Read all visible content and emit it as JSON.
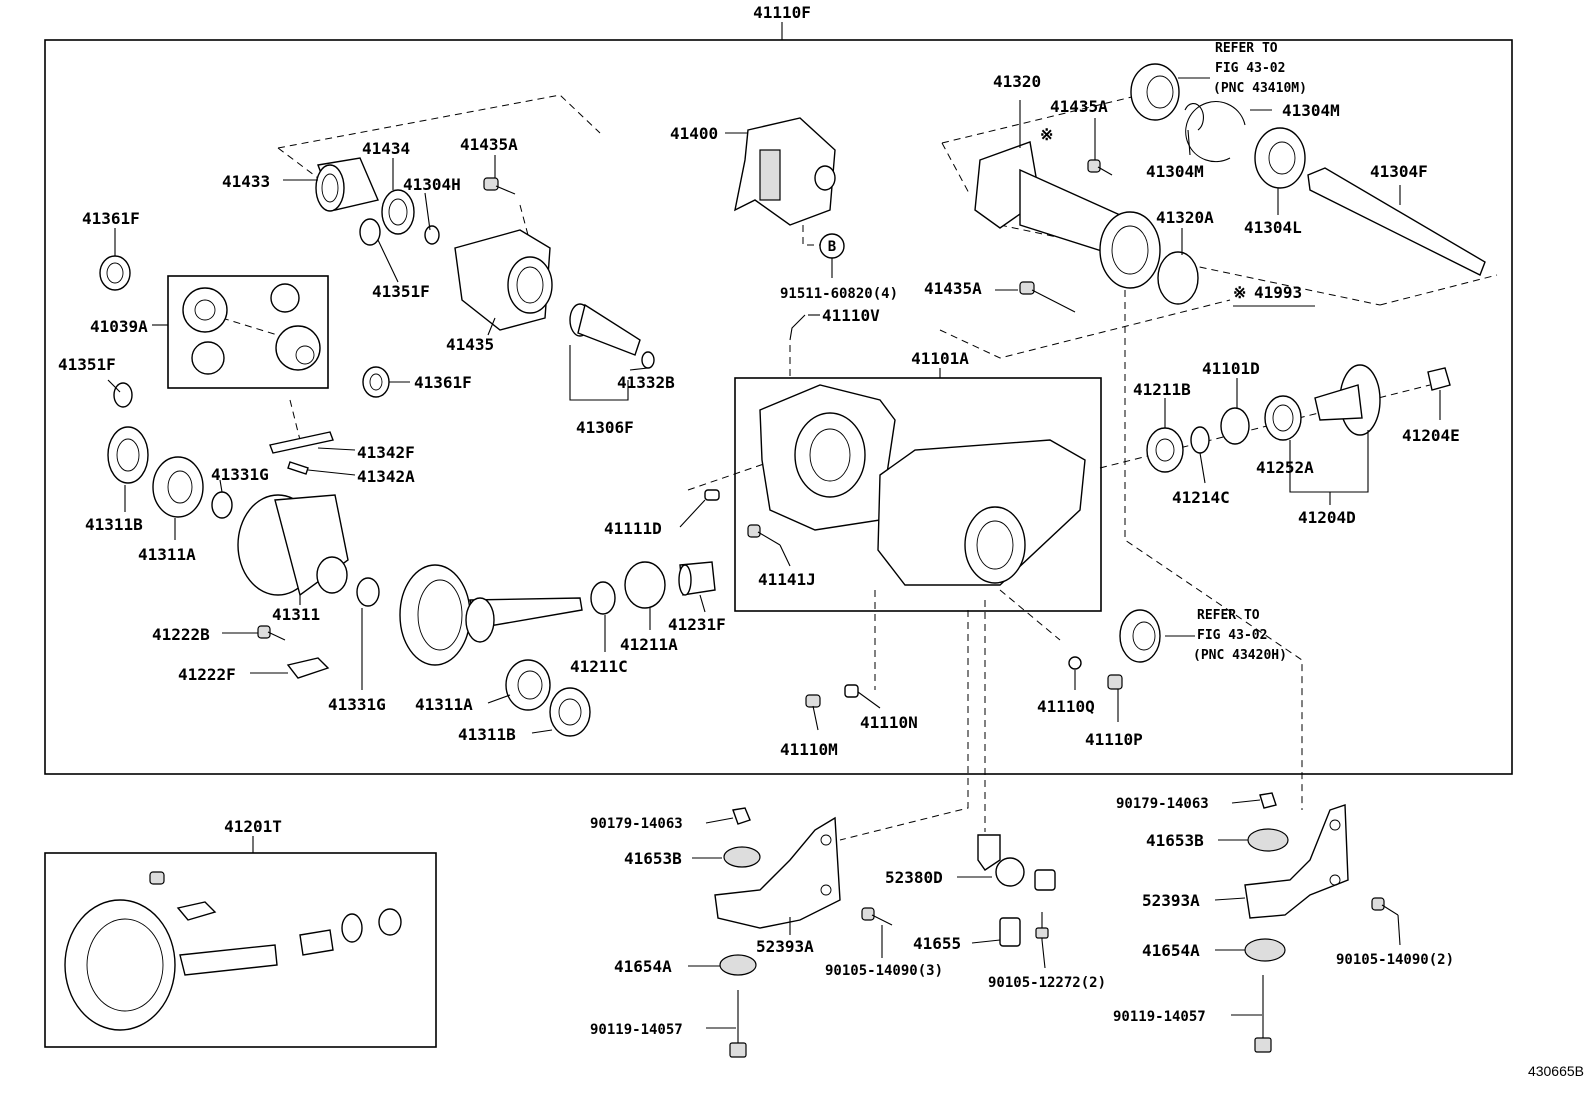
{
  "assembly_top": "41110F",
  "assembly_gear_set": "41201T",
  "sub_assembly_case": "41101A",
  "figure_id": "430665B",
  "callout_b": "B",
  "callout_mark": "※",
  "refer_notes": [
    {
      "line1": "REFER TO",
      "line2": "FIG 43-02",
      "line3": "(PNC 43410M)"
    },
    {
      "line1": "REFER TO",
      "line2": "FIG 43-02",
      "line3": "(PNC 43420H)"
    }
  ],
  "labels": {
    "p41361F_a": "41361F",
    "p41433": "41433",
    "p41434": "41434",
    "p41304H": "41304H",
    "p41435A_a": "41435A",
    "p41351F_a": "41351F",
    "p41435": "41435",
    "p41039A": "41039A",
    "p41351F_b": "41351F",
    "p41361F_b": "41361F",
    "p41332B": "41332B",
    "p41306F": "41306F",
    "p41400": "41400",
    "p91511": "91511-60820(4)",
    "p41110V": "41110V",
    "p41320": "41320",
    "p41435A_b": "41435A",
    "p41304M_a": "41304M",
    "p41304M_b": "41304M",
    "p41304F": "41304F",
    "p41320A": "41320A",
    "p41304L": "41304L",
    "p41435A_c": "41435A",
    "p41993": "41993",
    "p41342F": "41342F",
    "p41342A": "41342A",
    "p41331G_a": "41331G",
    "p41311B_a": "41311B",
    "p41311A_a": "41311A",
    "p41311": "41311",
    "p41222B": "41222B",
    "p41222F": "41222F",
    "p41331G_b": "41331G",
    "p41311A_b": "41311A",
    "p41311B_b": "41311B",
    "p41211C": "41211C",
    "p41211A": "41211A",
    "p41231F": "41231F",
    "p41111D": "41111D",
    "p41141J": "41141J",
    "p41211B": "41211B",
    "p41101D": "41101D",
    "p41204E": "41204E",
    "p41214C": "41214C",
    "p41252A": "41252A",
    "p41204D": "41204D",
    "p41110N": "41110N",
    "p41110M": "41110M",
    "p41110Q": "41110Q",
    "p41110P": "41110P",
    "p90179_a": "90179-14063",
    "p41653B_a": "41653B",
    "p52393A_a": "52393A",
    "p41654A_a": "41654A",
    "p90119_a": "90119-14057",
    "p90105_a": "90105-14090(3)",
    "p52380D": "52380D",
    "p41655": "41655",
    "p90105_b": "90105-12272(2)",
    "p90179_b": "90179-14063",
    "p41653B_b": "41653B",
    "p52393A_b": "52393A",
    "p41654A_b": "41654A",
    "p90119_b": "90119-14057",
    "p90105_c": "90105-14090(2)"
  }
}
